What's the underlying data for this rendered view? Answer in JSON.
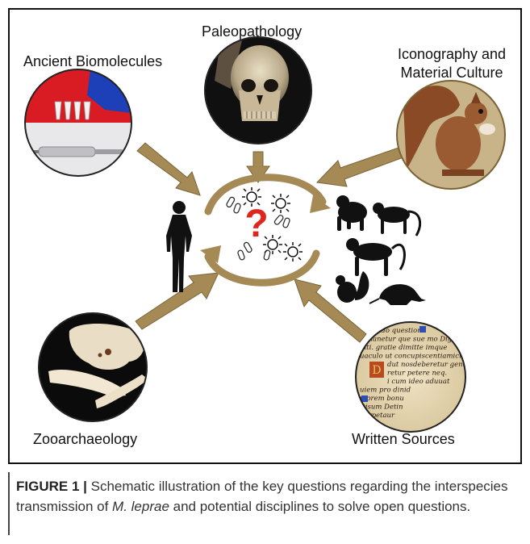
{
  "labels": {
    "paleopathology": "Paleopathology",
    "ancient_biomolecules": "Ancient Biomolecules",
    "iconography_line1": "Iconography and",
    "iconography_line2": "Material Culture",
    "zooarchaeology": "Zooarchaeology",
    "written_sources": "Written Sources"
  },
  "center": {
    "question_mark": "?"
  },
  "manuscript_lines": [
    "eligendo questiono",
    "hananetur que sue mo Digni",
    "diti. gratie dimitte imque",
    "uaculo ut concupiscentiamicum",
    "dut nosdeberetur gentilibusmare",
    "retur petere neq.",
    "i cum ideo aduuat",
    "uiem pro dinid",
    "mprem bonu",
    "Disum Detin",
    "nerpetaur"
  ],
  "caption": {
    "figure_label": "FIGURE 1 |",
    "text_before_italic": " Schematic illustration of the key questions regarding the interspecies transmission of ",
    "italic": "M. leprae",
    "text_after_italic": " and potential disciplines to solve open questions."
  },
  "colors": {
    "arrow": "#a58a55",
    "arrow_edge": "#7a6436",
    "question_mark": "#e0261c",
    "frame": "#111111"
  }
}
